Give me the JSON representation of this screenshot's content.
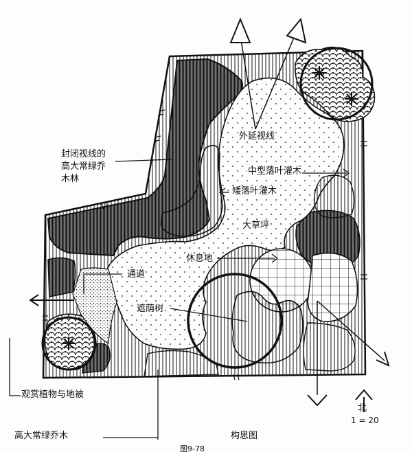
{
  "labels": {
    "enclose_line1": "封闭视线的",
    "enclose_line2": "高大常绿乔",
    "enclose_line3": "木林",
    "extend_view": "外延视线",
    "medium_shrub": "中型落叶灌木",
    "low_shrub": "矮落叶灌木",
    "lawn": "大草坪",
    "rest_area": "休息地",
    "path": "通道",
    "shade_tree": "遮荫树",
    "ornamental": "观赏植物与地被",
    "tall_evergreen": "高大常绿乔木",
    "caption": "构思图",
    "north": "北",
    "scale": "1 = 20",
    "figure_number": "图9-78"
  },
  "colors": {
    "ink": "#111111",
    "paper": "#fdfdfb"
  }
}
